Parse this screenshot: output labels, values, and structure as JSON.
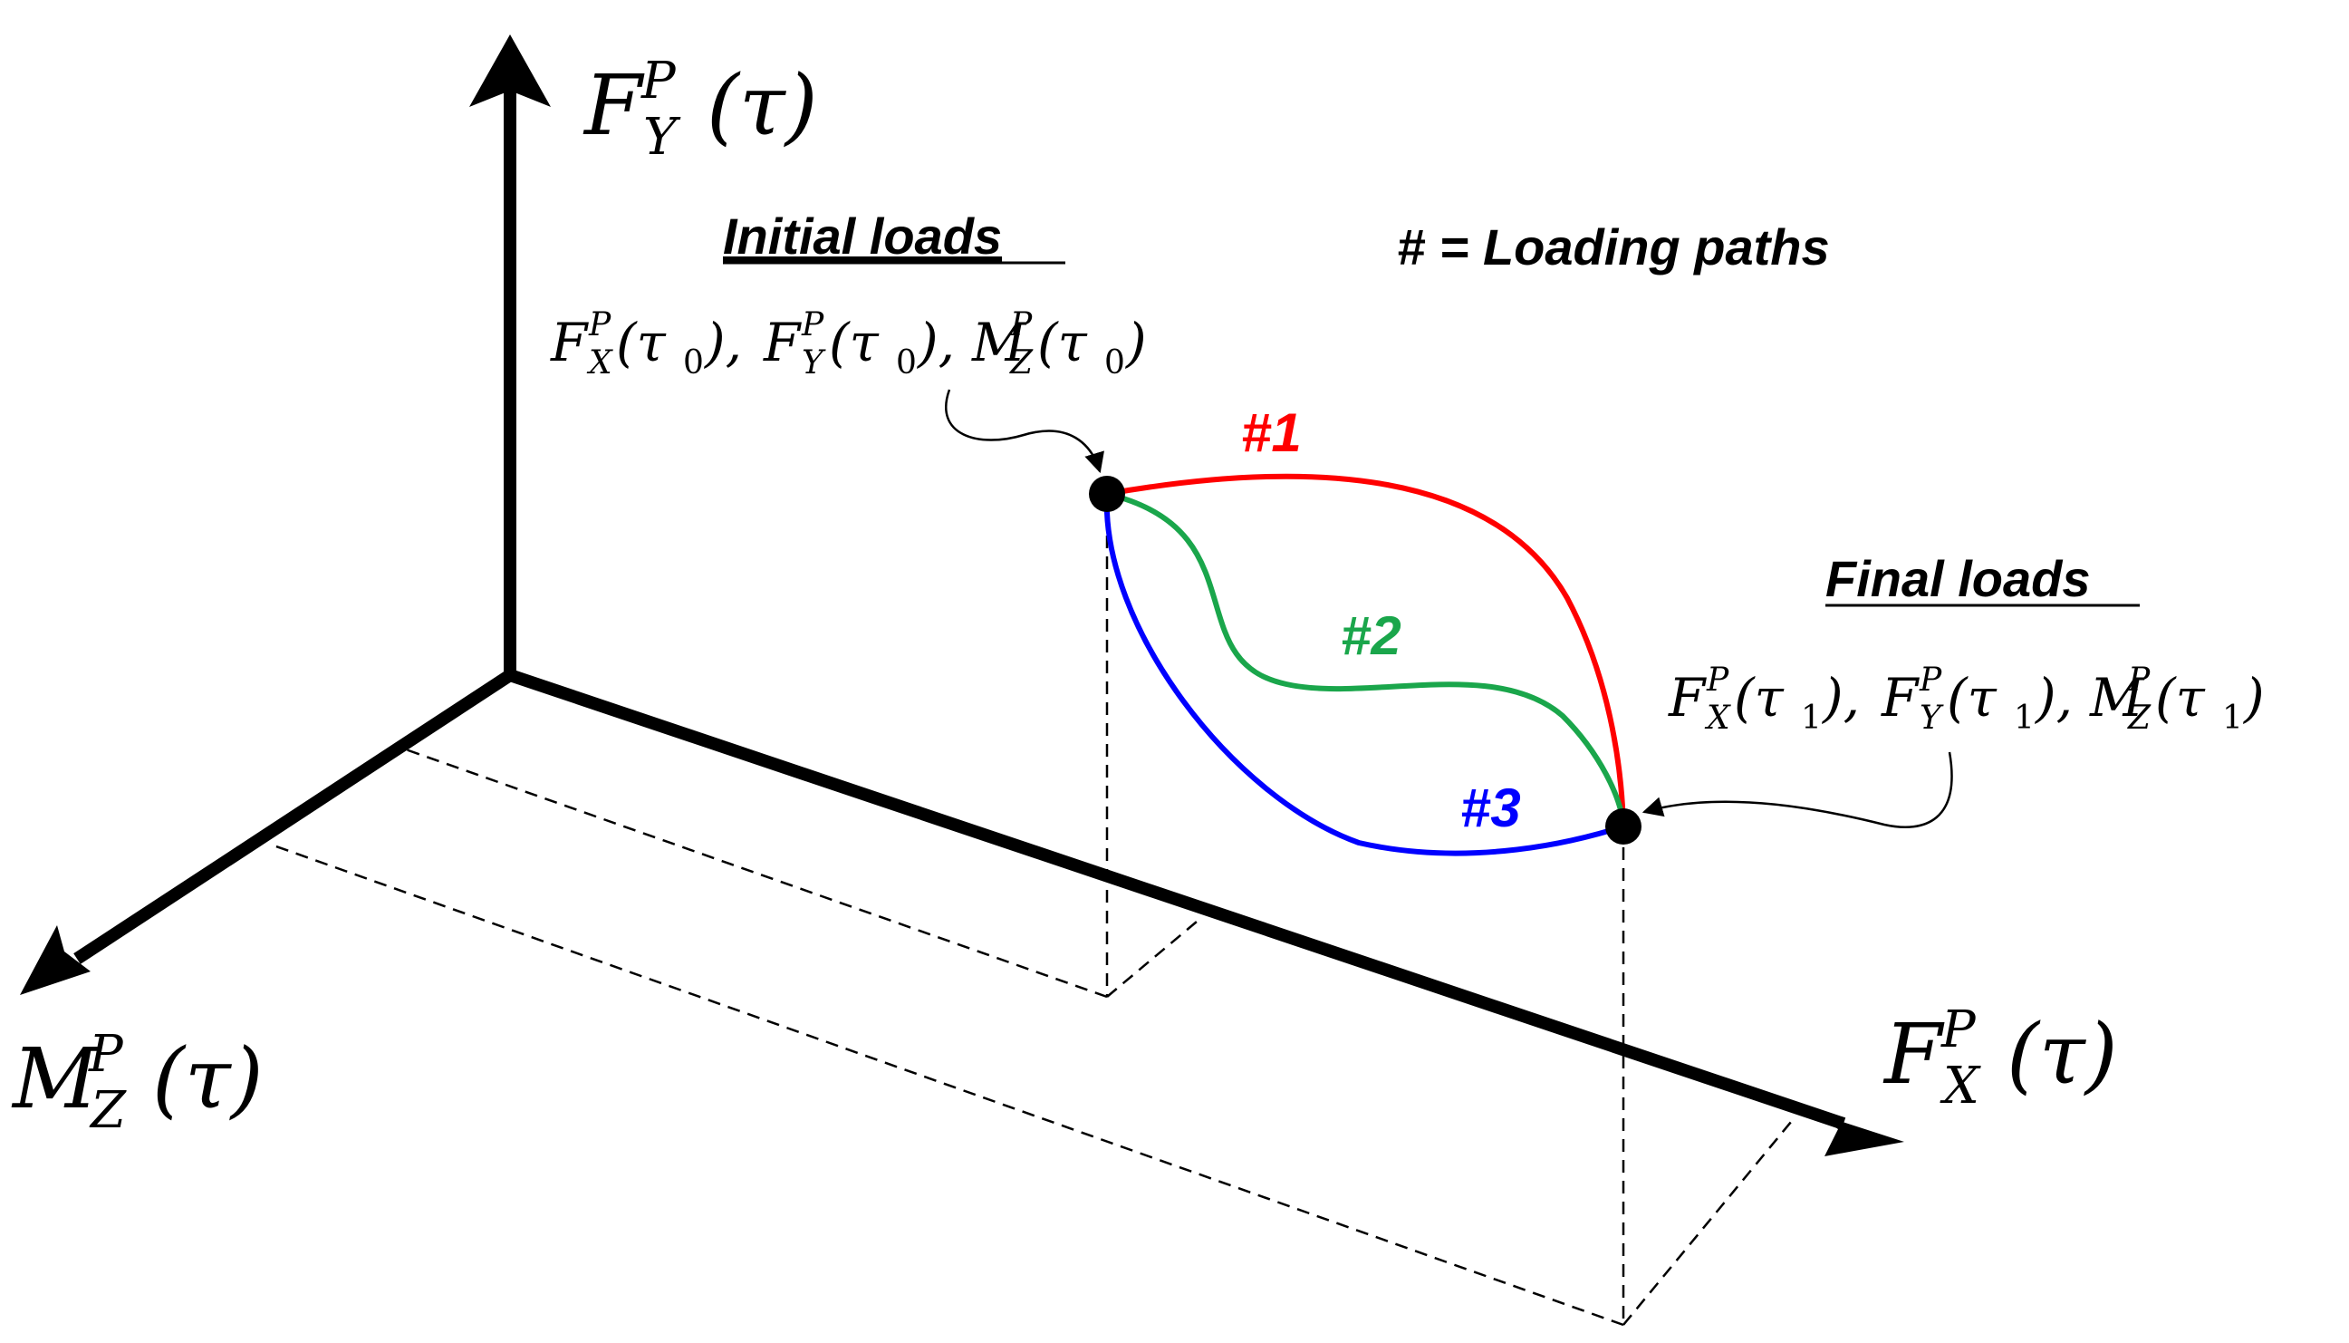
{
  "axes": {
    "fy": {
      "base": "F",
      "sub": "Y",
      "sup": "P",
      "arg": "(τ)"
    },
    "fx": {
      "base": "F",
      "sub": "X",
      "sup": "P",
      "arg": "(τ)"
    },
    "mz": {
      "base": "M",
      "sub": "Z",
      "sup": "P",
      "arg": "(τ)"
    }
  },
  "initial": {
    "heading": "Initial loads",
    "terms": [
      {
        "base": "F",
        "sub": "X",
        "sup": "P",
        "open": "(τ",
        "idx": "0",
        "close": "),"
      },
      {
        "base": "F",
        "sub": "Y",
        "sup": "P",
        "open": "(τ",
        "idx": "0",
        "close": "),"
      },
      {
        "base": "M",
        "sub": "Z",
        "sup": "P",
        "open": "(τ",
        "idx": "0",
        "close": ")"
      }
    ]
  },
  "final": {
    "heading": "Final loads",
    "terms": [
      {
        "base": "F",
        "sub": "X",
        "sup": "P",
        "open": "(τ",
        "idx": "1",
        "close": "),"
      },
      {
        "base": "F",
        "sub": "Y",
        "sup": "P",
        "open": "(τ",
        "idx": "1",
        "close": "),"
      },
      {
        "base": "M",
        "sub": "Z",
        "sup": "P",
        "open": "(τ",
        "idx": "1",
        "close": ")"
      }
    ]
  },
  "legend": "# = Loading paths",
  "paths": [
    {
      "label": "#1",
      "color": "#ff0000"
    },
    {
      "label": "#2",
      "color": "#1aa64b"
    },
    {
      "label": "#3",
      "color": "#0000ff"
    }
  ]
}
